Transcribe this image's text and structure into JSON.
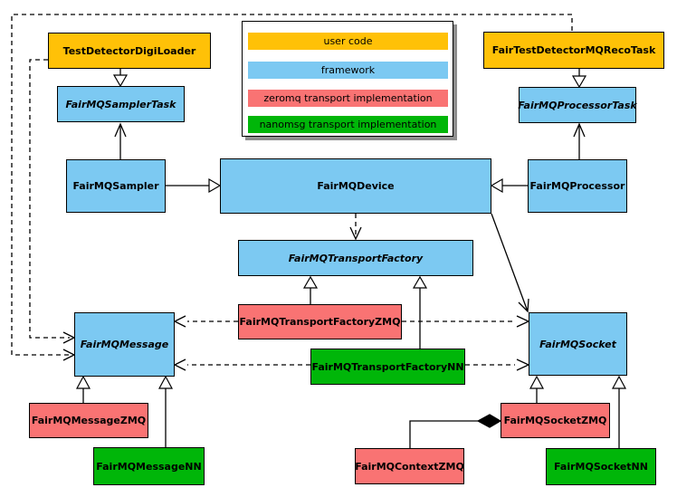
{
  "colors": {
    "user_code": "#FFC107",
    "framework": "#7CC9F2",
    "zeromq": "#F97373",
    "nanomsg": "#00B609",
    "border": "#000000",
    "canvas": "#FFFFFF",
    "legend_shadow": "#8F8F8F"
  },
  "legend": {
    "items": [
      {
        "label": "user code",
        "role": "user_code"
      },
      {
        "label": "framework",
        "role": "framework"
      },
      {
        "label": "zeromq transport implementation",
        "role": "zeromq"
      },
      {
        "label": "nanomsg transport implementation",
        "role": "nanomsg"
      }
    ]
  },
  "nodes": {
    "digiLoader": {
      "label": "TestDetectorDigiLoader",
      "role": "user_code",
      "abstract": false
    },
    "recoTask": {
      "label": "FairTestDetectorMQRecoTask",
      "role": "user_code",
      "abstract": false
    },
    "samplerTask": {
      "label": "FairMQSamplerTask",
      "role": "framework",
      "abstract": true
    },
    "processorTask": {
      "label": "FairMQProcessorTask",
      "role": "framework",
      "abstract": true
    },
    "sampler": {
      "label": "FairMQSampler",
      "role": "framework",
      "abstract": false
    },
    "device": {
      "label": "FairMQDevice",
      "role": "framework",
      "abstract": false
    },
    "processor": {
      "label": "FairMQProcessor",
      "role": "framework",
      "abstract": false
    },
    "transportFactory": {
      "label": "FairMQTransportFactory",
      "role": "framework",
      "abstract": true
    },
    "transportFactoryZMQ": {
      "label": "FairMQTransportFactoryZMQ",
      "role": "zeromq",
      "abstract": false
    },
    "transportFactoryNN": {
      "label": "FairMQTransportFactoryNN",
      "role": "nanomsg",
      "abstract": false
    },
    "message": {
      "label": "FairMQMessage",
      "role": "framework",
      "abstract": true
    },
    "socket": {
      "label": "FairMQSocket",
      "role": "framework",
      "abstract": true
    },
    "messageZMQ": {
      "label": "FairMQMessageZMQ",
      "role": "zeromq",
      "abstract": false
    },
    "messageNN": {
      "label": "FairMQMessageNN",
      "role": "nanomsg",
      "abstract": false
    },
    "socketZMQ": {
      "label": "FairMQSocketZMQ",
      "role": "zeromq",
      "abstract": false
    },
    "socketNN": {
      "label": "FairMQSocketNN",
      "role": "nanomsg",
      "abstract": false
    },
    "contextZMQ": {
      "label": "FairMQContextZMQ",
      "role": "zeromq",
      "abstract": false
    }
  },
  "edges": [
    {
      "from": "TestDetectorDigiLoader",
      "to": "FairMQSamplerTask",
      "style": "solid",
      "head": "hollow-triangle"
    },
    {
      "from": "FairTestDetectorMQRecoTask",
      "to": "FairMQProcessorTask",
      "style": "solid",
      "head": "hollow-triangle"
    },
    {
      "from": "FairMQSampler",
      "to": "FairMQDevice",
      "style": "solid",
      "head": "hollow-triangle"
    },
    {
      "from": "FairMQProcessor",
      "to": "FairMQDevice",
      "style": "solid",
      "head": "hollow-triangle"
    },
    {
      "from": "FairMQSampler",
      "to": "FairMQSamplerTask",
      "style": "solid",
      "head": "open-vee"
    },
    {
      "from": "FairMQProcessor",
      "to": "FairMQProcessorTask",
      "style": "solid",
      "head": "open-vee"
    },
    {
      "from": "FairMQDevice",
      "to": "FairMQTransportFactory",
      "style": "dashed",
      "head": "open-vee"
    },
    {
      "from": "FairMQDevice",
      "to": "FairMQSocket",
      "style": "solid",
      "head": "open-vee"
    },
    {
      "from": "FairMQTransportFactoryZMQ",
      "to": "FairMQTransportFactory",
      "style": "solid",
      "head": "hollow-triangle"
    },
    {
      "from": "FairMQTransportFactoryNN",
      "to": "FairMQTransportFactory",
      "style": "solid",
      "head": "hollow-triangle"
    },
    {
      "from": "FairMQTransportFactoryZMQ",
      "to": "FairMQMessage",
      "style": "dashed",
      "head": "open-vee"
    },
    {
      "from": "FairMQTransportFactoryZMQ",
      "to": "FairMQSocket",
      "style": "dashed",
      "head": "open-vee"
    },
    {
      "from": "FairMQTransportFactoryNN",
      "to": "FairMQMessage",
      "style": "dashed",
      "head": "open-vee"
    },
    {
      "from": "FairMQTransportFactoryNN",
      "to": "FairMQSocket",
      "style": "dashed",
      "head": "open-vee"
    },
    {
      "from": "TestDetectorDigiLoader",
      "to": "FairMQMessage",
      "style": "dashed",
      "head": "open-vee"
    },
    {
      "from": "FairTestDetectorMQRecoTask",
      "to": "FairMQMessage",
      "style": "dashed",
      "head": "open-vee"
    },
    {
      "from": "FairMQMessageZMQ",
      "to": "FairMQMessage",
      "style": "solid",
      "head": "hollow-triangle"
    },
    {
      "from": "FairMQMessageNN",
      "to": "FairMQMessage",
      "style": "solid",
      "head": "hollow-triangle"
    },
    {
      "from": "FairMQSocketZMQ",
      "to": "FairMQSocket",
      "style": "solid",
      "head": "hollow-triangle"
    },
    {
      "from": "FairMQSocketNN",
      "to": "FairMQSocket",
      "style": "solid",
      "head": "hollow-triangle"
    },
    {
      "from": "FairMQContextZMQ",
      "to": "FairMQSocketZMQ",
      "style": "solid",
      "head": "filled-diamond"
    }
  ]
}
